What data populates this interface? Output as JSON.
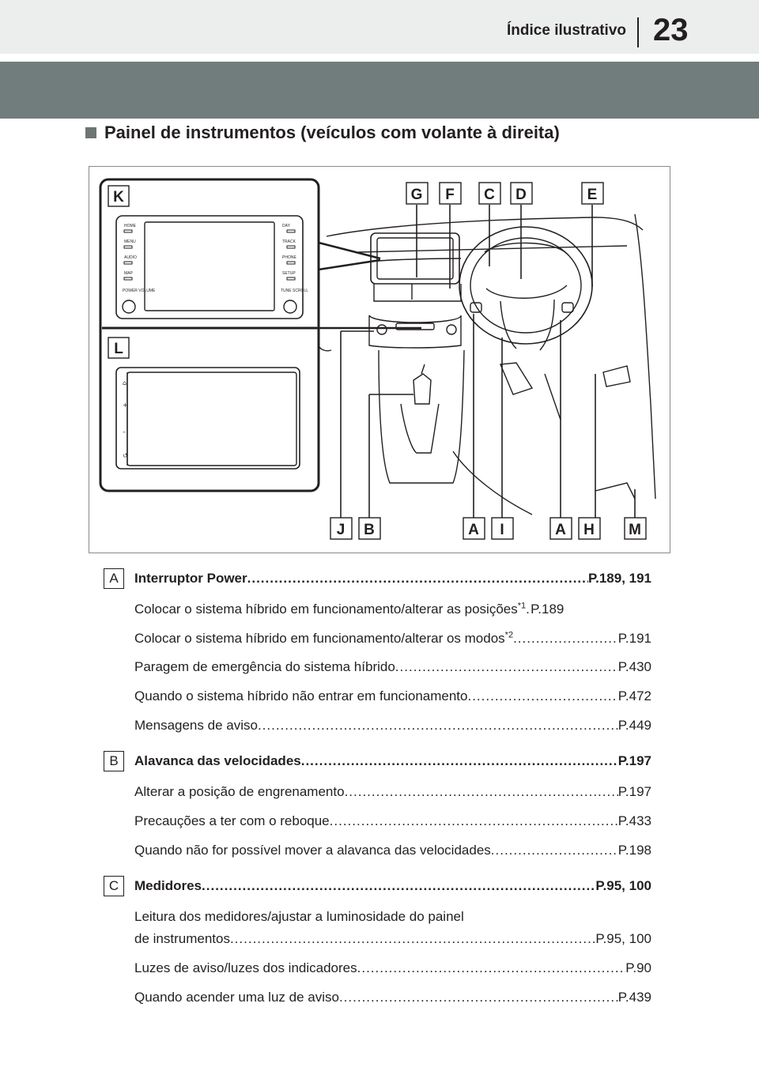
{
  "header": {
    "section_title": "Índice ilustrativo",
    "page_number": "23"
  },
  "heading": "Painel de instrumentos (veículos com volante à direita)",
  "figure": {
    "label_letters": [
      "K",
      "L"
    ],
    "top_letters": [
      "G",
      "F",
      "C",
      "D",
      "E"
    ],
    "bottom_letters": [
      "J",
      "B",
      "A",
      "I",
      "A",
      "H",
      "M"
    ],
    "screen_left_buttons": [
      "HOME",
      "MENU",
      "AUDIO",
      "MAP",
      "POWER VOLUME"
    ],
    "screen_right_buttons": [
      "DAY",
      "TRACK",
      "PHONE",
      "SETUP",
      "TUNE SCROLL"
    ]
  },
  "sections": [
    {
      "marker": "A",
      "title": "Interruptor Power",
      "page": "P.189, 191",
      "items": [
        {
          "text": "Colocar o sistema híbrido em funcionamento/alterar as posições",
          "sup": "*1",
          "page": "P.189"
        },
        {
          "text": "Colocar o sistema híbrido em funcionamento/alterar os modos",
          "sup": "*2",
          "page": "P.191"
        },
        {
          "text": "Paragem de emergência do sistema híbrido",
          "page": "P.430"
        },
        {
          "text": "Quando o sistema híbrido não entrar em funcionamento",
          "page": "P.472"
        },
        {
          "text": "Mensagens de aviso",
          "page": "P.449"
        }
      ]
    },
    {
      "marker": "B",
      "title": "Alavanca das velocidades",
      "page": "P.197",
      "items": [
        {
          "text": "Alterar a posição de engrenamento",
          "page": "P.197"
        },
        {
          "text": "Precauções a ter com o reboque",
          "page": "P.433"
        },
        {
          "text": "Quando não for possível mover a alavanca das velocidades",
          "page": "P.198"
        }
      ]
    },
    {
      "marker": "C",
      "title": "Medidores",
      "page": "P.95, 100",
      "items": [
        {
          "text": "Leitura dos medidores/ajustar a luminosidade do painel",
          "text2": "de instrumentos",
          "page": "P.95, 100"
        },
        {
          "text": "Luzes de aviso/luzes dos indicadores",
          "page": "P.90"
        },
        {
          "text": "Quando acender uma luz de aviso",
          "page": "P.439"
        }
      ]
    }
  ]
}
